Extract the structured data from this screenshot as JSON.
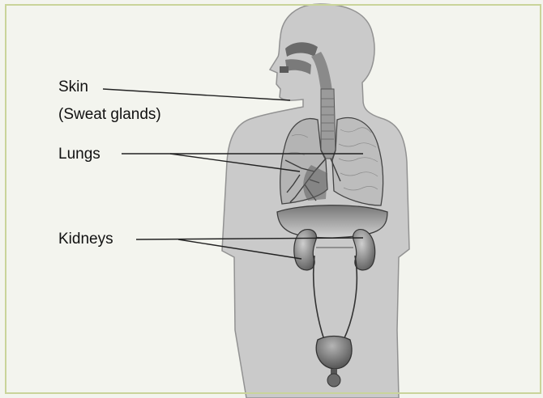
{
  "labels": {
    "skin": "Skin",
    "skin_sub": "(Sweat glands)",
    "lungs": "Lungs",
    "kidneys": "Kidneys"
  },
  "colors": {
    "body_fill": "#c9c9c9",
    "body_stroke": "#8f8f8f",
    "organ_dark": "#6d6d6d",
    "organ_mid": "#9a9a9a",
    "lung_fill": "#b7b7b7",
    "frame": "#c9d49a",
    "leader": "#222222"
  }
}
